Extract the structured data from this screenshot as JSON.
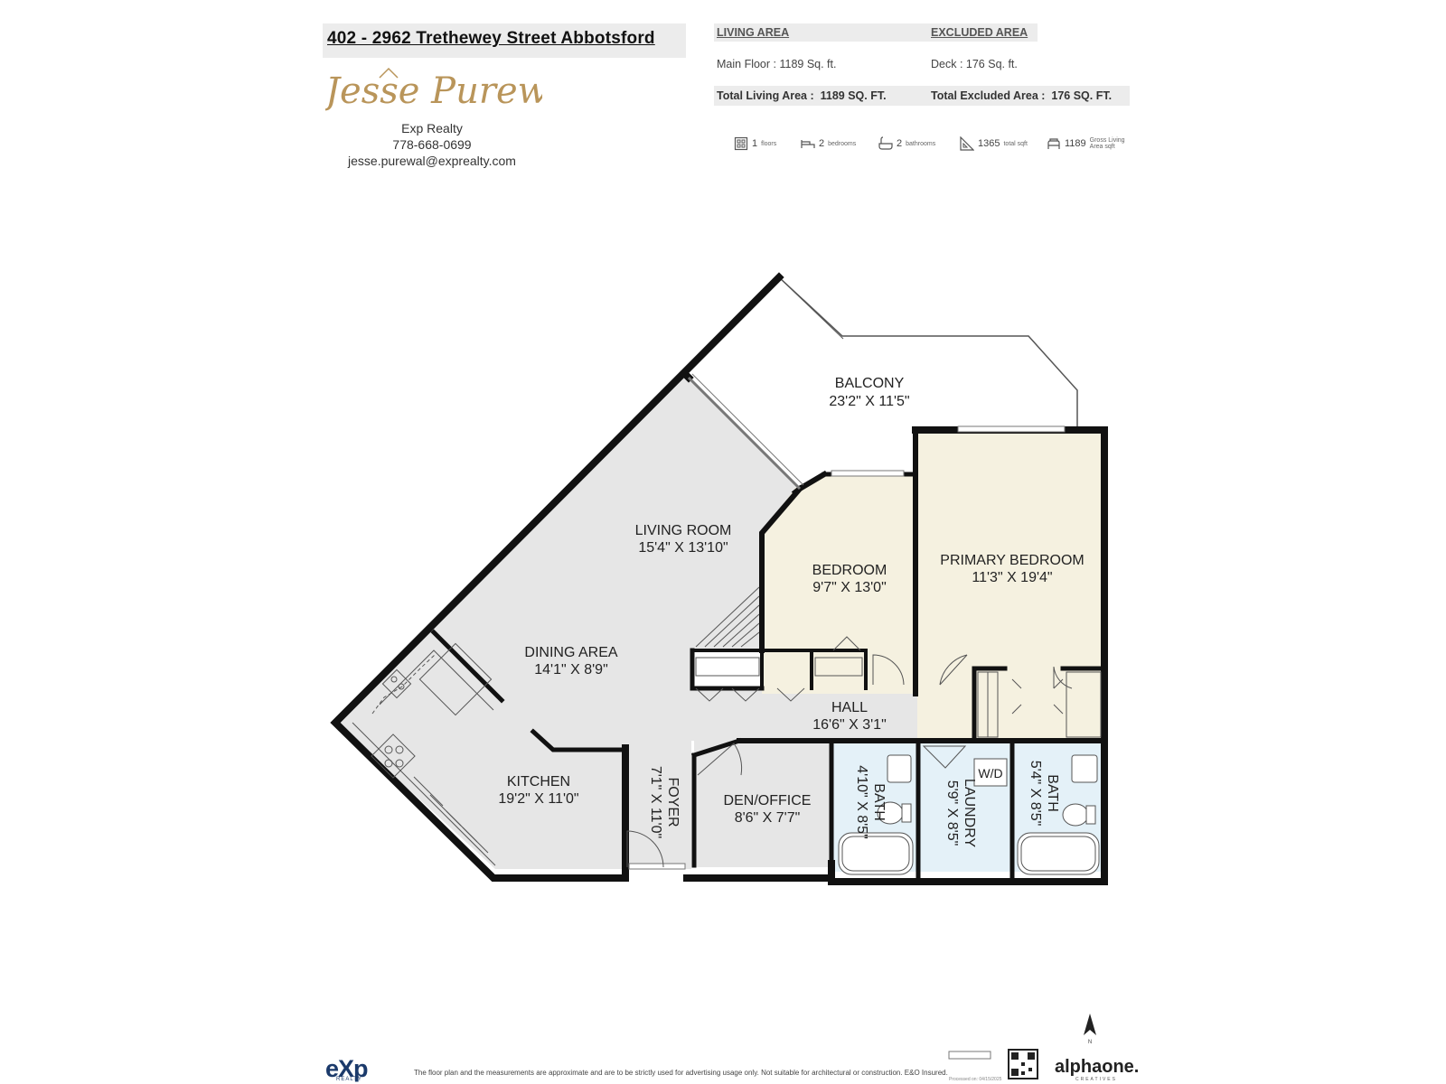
{
  "header": {
    "address": "402 - 2962 Trethewey Street Abbotsford"
  },
  "agent": {
    "logo_text": "Jesse Purewal",
    "brokerage": "Exp Realty",
    "phone": "778-668-0699",
    "email": "jesse.purewal@exprealty.com"
  },
  "areas": {
    "living_heading": "LIVING AREA",
    "excluded_heading": "EXCLUDED AREA",
    "main_floor": "Main Floor : 1189 Sq. ft.",
    "deck": "Deck : 176 Sq. ft.",
    "total_living_label": "Total Living Area :",
    "total_living_value": "1189 SQ. FT.",
    "total_excluded_label": "Total Excluded Area :",
    "total_excluded_value": "176 SQ. FT."
  },
  "stats": [
    {
      "icon": "floors-icon",
      "value": "1",
      "label": "floors"
    },
    {
      "icon": "bed-icon",
      "value": "2",
      "label": "bedrooms"
    },
    {
      "icon": "bathtub-icon",
      "value": "2",
      "label": "bathrooms"
    },
    {
      "icon": "triangle-ruler-icon",
      "value": "1365",
      "label": "total sqft"
    },
    {
      "icon": "sofa-icon",
      "value": "1189",
      "label": "Gross Living Area sqft"
    }
  ],
  "rooms": {
    "balcony": {
      "name": "BALCONY",
      "dims": "23'2\" X 11'5\""
    },
    "living_room": {
      "name": "LIVING ROOM",
      "dims": "15'4\" X 13'10\""
    },
    "bedroom": {
      "name": "BEDROOM",
      "dims": "9'7\" X 13'0\""
    },
    "primary_bedroom": {
      "name": "PRIMARY BEDROOM",
      "dims": "11'3\" X 19'4\""
    },
    "dining_area": {
      "name": "DINING AREA",
      "dims": "14'1\" X 8'9\""
    },
    "hall": {
      "name": "HALL",
      "dims": "16'6\" X 3'1\""
    },
    "kitchen": {
      "name": "KITCHEN",
      "dims": "19'2\" X 11'0\""
    },
    "foyer": {
      "name": "FOYER",
      "dims": "7'1\" X 11'0\""
    },
    "den": {
      "name": "DEN/OFFICE",
      "dims": "8'6\" X 7'7\""
    },
    "bath1": {
      "name": "BATH",
      "dims": "4'10\" X 8'5\""
    },
    "laundry": {
      "name": "LAUNDRY",
      "dims": "5'9\" X 8'5\""
    },
    "bath2": {
      "name": "BATH",
      "dims": "5'4\" X 8'5\""
    },
    "washer_dryer": "W/D"
  },
  "footer": {
    "disclaimer": "The floor plan and the measurements are approximate and are to be strictly used for advertising usage only. Not suitable for architectural or construction. E&O Insured.",
    "processed": "Processed on: 04/15/2025",
    "exp_logo": "eXp",
    "exp_sub": "REALTY",
    "alpha_logo": "alphaone.",
    "alpha_sub": "CREATIVES",
    "compass": "N"
  },
  "colors": {
    "wall": "#111111",
    "living_fill": "#e6e6e6",
    "bedroom_fill": "#f5f1e0",
    "wet_fill": "#e4f1f8",
    "header_band": "#ececec"
  }
}
